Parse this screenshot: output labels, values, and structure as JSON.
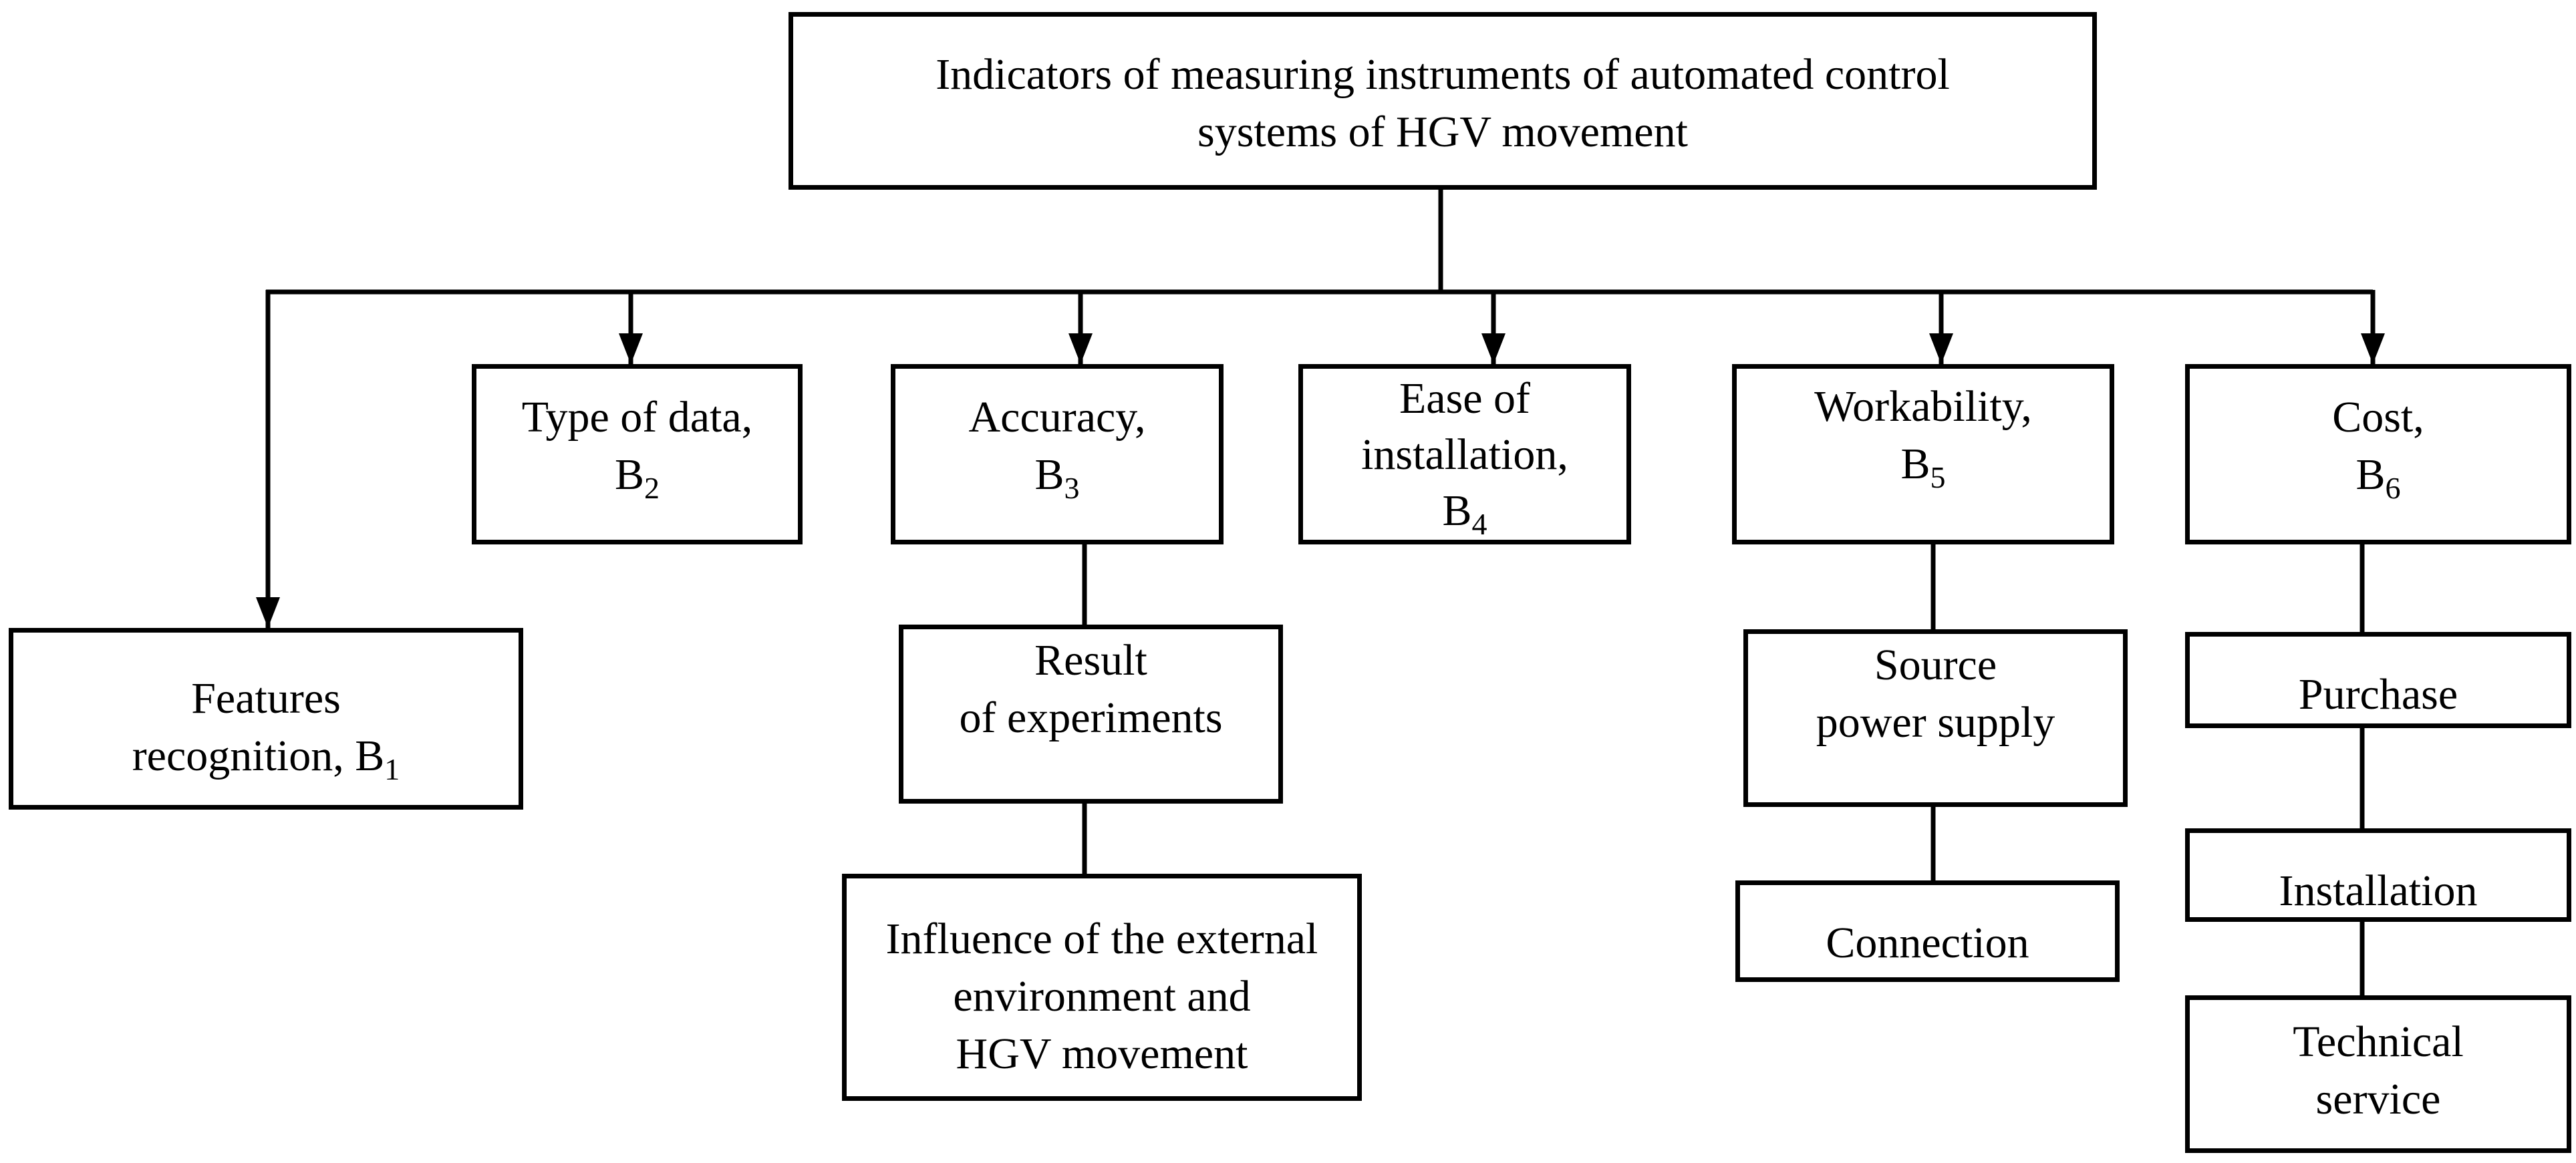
{
  "root": {
    "line1": "Indicators of measuring instruments of automated control",
    "line2": "systems of HGV movement"
  },
  "b1": {
    "line1": "Features",
    "line2": "recognition, B",
    "sub": "1"
  },
  "b2": {
    "line1": "Type of data,",
    "line2": "B",
    "sub": "2"
  },
  "b3": {
    "line1": "Accuracy,",
    "line2": "B",
    "sub": "3"
  },
  "b4": {
    "line1": "Ease of",
    "line2": "installation,",
    "line3": "B",
    "sub": "4"
  },
  "b5": {
    "line1": "Workability,",
    "line2": "B",
    "sub": "5"
  },
  "b6": {
    "line1": "Cost,",
    "line2": "B",
    "sub": "6"
  },
  "b3_children": {
    "result": {
      "line1": "Result",
      "line2": "of experiments"
    },
    "influence": {
      "line1": "Influence of the external",
      "line2": "environment and",
      "line3": "HGV movement"
    }
  },
  "b5_children": {
    "source": {
      "line1": "Source",
      "line2": "power supply"
    },
    "connection": {
      "line1": "Connection"
    }
  },
  "b6_children": {
    "purchase": {
      "line1": "Purchase"
    },
    "installation": {
      "line1": "Installation"
    },
    "technical": {
      "line1": "Technical",
      "line2": "service"
    }
  }
}
